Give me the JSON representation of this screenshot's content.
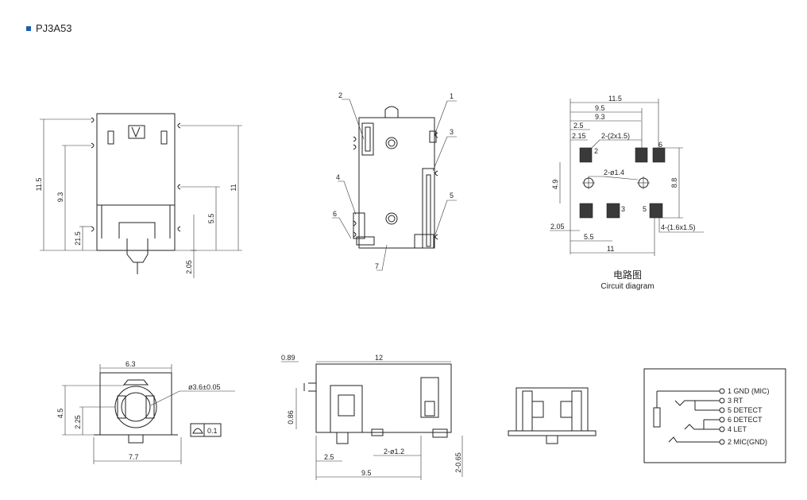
{
  "header": {
    "bullet_color": "#1a5fb4",
    "title": "PJ3A53"
  },
  "front_view": {
    "dim_11_5": "11.5",
    "dim_9_3": "9.3",
    "dim_21_5": "21.5",
    "dim_11": "11",
    "dim_5_5": "5.5",
    "dim_2_05": "2.05"
  },
  "side_view": {
    "pin_1": "1",
    "pin_2": "2",
    "pin_3": "3",
    "pin_4": "4",
    "pin_5": "5",
    "pin_6": "6",
    "pin_7": "7"
  },
  "circuit_layout": {
    "dim_11_5": "11.5",
    "dim_9_5": "9.5",
    "dim_9_3": "9.3",
    "dim_2_5": "2.5",
    "dim_2_15": "2.15",
    "note_pads": "2-(2x1.5)",
    "note_holes": "2-ø1.4",
    "dim_4_9": "4.9",
    "dim_8_8": "8.8",
    "dim_2_05": "2.05",
    "dim_5_5": "5.5",
    "dim_11": "11",
    "note_pads4": "4-(1.6x1.5)",
    "pad_2": "2",
    "pad_6": "6",
    "pad_3": "3",
    "pad_5": "5",
    "caption_cn": "电路图",
    "caption_en": "Circuit diagram"
  },
  "end_view": {
    "dim_6_3": "6.3",
    "dim_4_5": "4.5",
    "dim_2_25": "2.25",
    "dim_7_7": "7.7",
    "note_hole": "ø3.6±0.05",
    "tol_value": "0.1"
  },
  "bottom_view": {
    "dim_0_89": "0.89",
    "dim_12": "12",
    "dim_0_86": "0.86",
    "dim_2_5": "2.5",
    "note_pegs": "2-ø1.2",
    "dim_9_5": "9.5",
    "note_2_0_65": "2-0.65"
  },
  "schematic": {
    "pins": [
      {
        "label": "1 GND (MIC)"
      },
      {
        "label": "3 RT"
      },
      {
        "label": "5 DETECT"
      },
      {
        "label": "6 DETECT"
      },
      {
        "label": "4 LET"
      },
      {
        "label": "2 MIC(GND)"
      }
    ]
  }
}
